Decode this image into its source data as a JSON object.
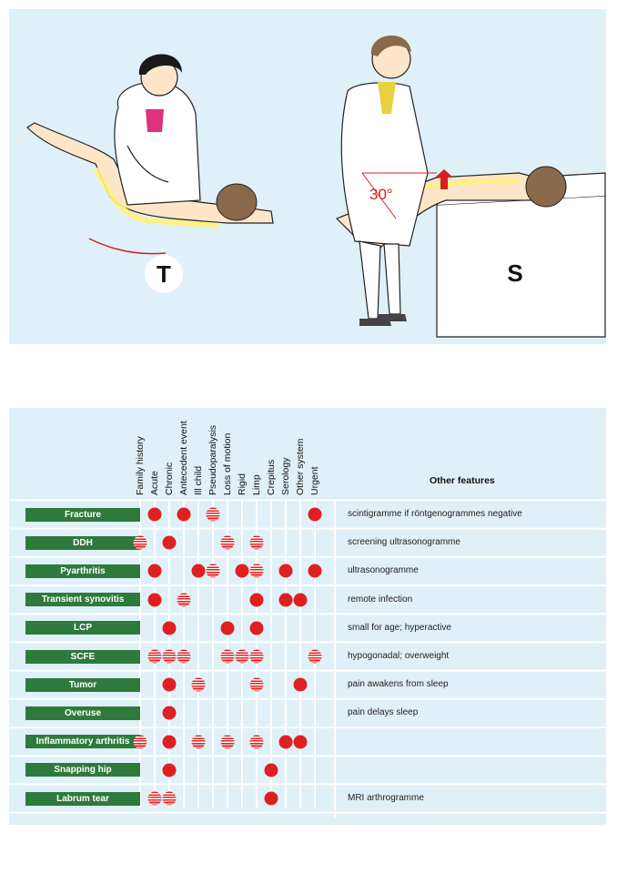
{
  "illustration": {
    "left_badge": "T",
    "right_badge": "S",
    "angle_label": "30°",
    "colors": {
      "background": "#dff0f8",
      "accent": "#d42020",
      "highlight": "#fff27a"
    }
  },
  "table": {
    "columns": [
      "Family history",
      "Acute",
      "Chronic",
      "Antecedent event",
      "Ill child",
      "Pseudoparalysis",
      "Loss of motion",
      "Rigid",
      "Limp",
      "Crepitus",
      "Serology",
      "Other system",
      "Urgent"
    ],
    "other_features_title": "Other features",
    "legend": {
      "solid": "solid red dot",
      "striped": "striped red dot"
    },
    "rows": [
      {
        "label": "Fracture",
        "feature": "scintigramme if röntgenogrammes negative",
        "marks": [
          "",
          "solid",
          "",
          "solid",
          "",
          "striped",
          "",
          "",
          "",
          "",
          "",
          "",
          "solid"
        ]
      },
      {
        "label": "DDH",
        "feature": "screening ultrasonogramme",
        "marks": [
          "striped",
          "",
          "solid",
          "",
          "",
          "",
          "striped",
          "",
          "striped",
          "",
          "",
          "",
          ""
        ]
      },
      {
        "label": "Pyarthritis",
        "feature": "ultrasonogramme",
        "marks": [
          "",
          "solid",
          "",
          "",
          "solid",
          "striped",
          "",
          "solid",
          "striped",
          "",
          "solid",
          "",
          "solid"
        ]
      },
      {
        "label": "Transient synovitis",
        "feature": "remote infection",
        "marks": [
          "",
          "solid",
          "",
          "striped",
          "",
          "",
          "",
          "",
          "solid",
          "",
          "solid",
          "solid",
          ""
        ]
      },
      {
        "label": "LCP",
        "feature": "small for age; hyperactive",
        "marks": [
          "",
          "",
          "solid",
          "",
          "",
          "",
          "solid",
          "",
          "solid",
          "",
          "",
          "",
          ""
        ]
      },
      {
        "label": "SCFE",
        "feature": "hypogonadal; overweight",
        "marks": [
          "",
          "striped",
          "striped",
          "striped",
          "",
          "",
          "striped",
          "striped",
          "striped",
          "",
          "",
          "",
          "striped"
        ]
      },
      {
        "label": "Tumor",
        "feature": "pain awakens from sleep",
        "marks": [
          "",
          "",
          "solid",
          "",
          "striped",
          "",
          "",
          "",
          "striped",
          "",
          "",
          "solid",
          ""
        ]
      },
      {
        "label": "Overuse",
        "feature": "pain delays sleep",
        "marks": [
          "",
          "",
          "solid",
          "",
          "",
          "",
          "",
          "",
          "",
          "",
          "",
          "",
          ""
        ]
      },
      {
        "label": "Inflammatory arthritis",
        "feature": "",
        "marks": [
          "striped",
          "",
          "solid",
          "",
          "striped",
          "",
          "striped",
          "",
          "striped",
          "",
          "solid",
          "solid",
          ""
        ]
      },
      {
        "label": "Snapping hip",
        "feature": "",
        "marks": [
          "",
          "",
          "solid",
          "",
          "",
          "",
          "",
          "",
          "",
          "solid",
          "",
          "",
          ""
        ]
      },
      {
        "label": "Labrum tear",
        "feature": "MRI arthrogramme",
        "marks": [
          "",
          "striped",
          "striped",
          "",
          "",
          "",
          "",
          "",
          "",
          "solid",
          "",
          "",
          ""
        ]
      }
    ]
  }
}
